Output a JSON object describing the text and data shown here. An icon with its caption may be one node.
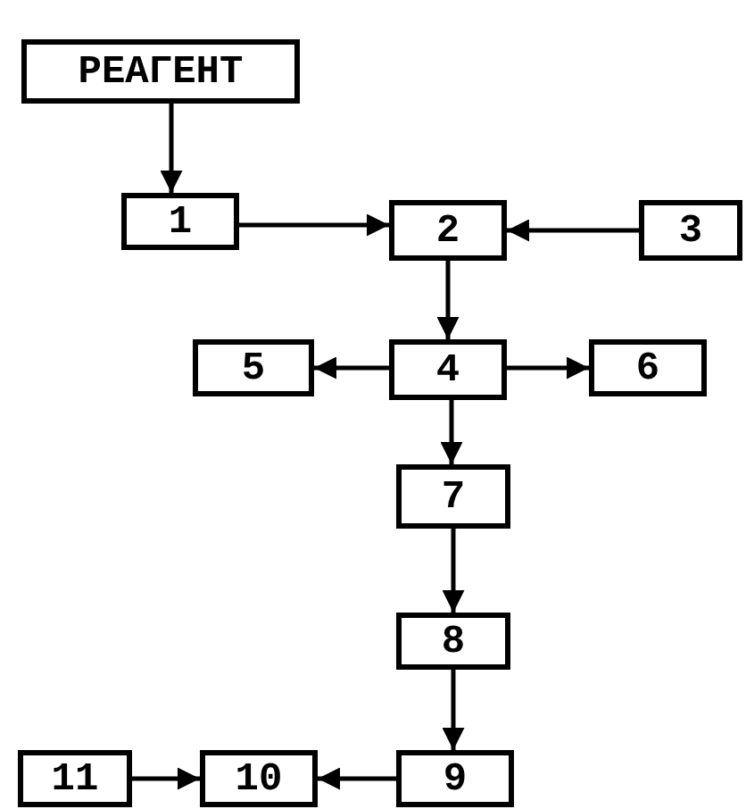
{
  "diagram": {
    "nodes": [
      {
        "text": [
          "РЕАГЕНТ"
        ]
      },
      {
        "text": [
          "1"
        ]
      },
      {
        "text": [
          "2"
        ]
      },
      {
        "text": [
          "3"
        ]
      },
      {
        "text": [
          "4"
        ]
      },
      {
        "text": [
          "5"
        ]
      },
      {
        "text": [
          "6"
        ]
      },
      {
        "text": [
          "7"
        ]
      },
      {
        "text": [
          "8"
        ]
      },
      {
        "text": [
          "9"
        ]
      },
      {
        "text": [
          "10"
        ]
      },
      {
        "text": [
          "11"
        ]
      }
    ],
    "edges": [
      {
        "from": 0,
        "to": 1,
        "arrow": "to"
      },
      {
        "from": 1,
        "to": 2,
        "arrow": "to"
      },
      {
        "from": 3,
        "to": 2,
        "arrow": "to"
      },
      {
        "from": 2,
        "to": 4,
        "arrow": "to"
      },
      {
        "from": 4,
        "to": 5,
        "arrow": "to"
      },
      {
        "from": 4,
        "to": 6,
        "arrow": "to"
      },
      {
        "from": 4,
        "to": 7,
        "arrow": "to"
      },
      {
        "from": 7,
        "to": 8,
        "arrow": "to"
      },
      {
        "from": 8,
        "to": 9,
        "arrow": "to"
      },
      {
        "from": 9,
        "to": 10,
        "arrow": "to"
      },
      {
        "from": 11,
        "to": 10,
        "arrow": "to"
      }
    ]
  }
}
